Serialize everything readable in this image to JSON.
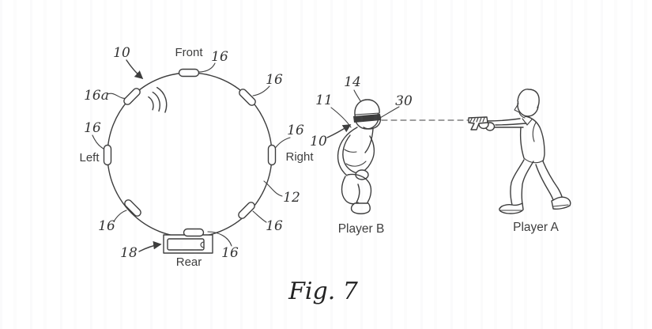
{
  "figure": {
    "caption": "Fig. 7"
  },
  "headband_diagram": {
    "labels": {
      "front": "Front",
      "left": "Left",
      "right": "Right",
      "rear": "Rear"
    },
    "refs": {
      "assembly": "10",
      "band": "12",
      "sensor": "16",
      "emitting_sensor": "16a",
      "battery_module": "18"
    }
  },
  "gameplay_scene": {
    "refs": {
      "player_body": "11",
      "cap": "14",
      "aim_line": "30",
      "worn_headband": "10"
    },
    "player_b_label": "Player B",
    "player_a_label": "Player A"
  },
  "icons": {
    "sound_waves": "sound-emission-arcs",
    "aim_arrow": "solid-triangle-arrowhead"
  },
  "colors": {
    "line": "#3d3d3d",
    "background": "#ffffff"
  }
}
